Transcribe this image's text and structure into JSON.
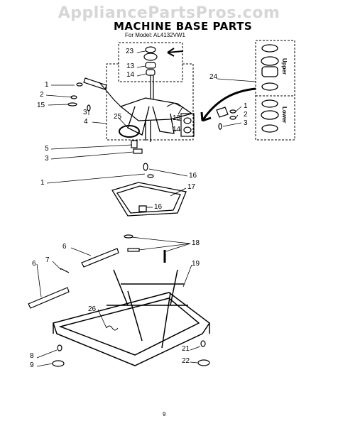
{
  "watermark": "AppliancePartsPros.com",
  "header": {
    "title": "MACHINE BASE PARTS",
    "subtitle": "For Model: AL4132VW1"
  },
  "footer": {
    "page_number": "9"
  },
  "inset": {
    "upper_label": "Upper",
    "lower_label": "Lower"
  },
  "callouts": [
    "23",
    "13",
    "14",
    "24",
    "1",
    "2",
    "15",
    "3",
    "25",
    "4",
    "13",
    "14",
    "1",
    "2",
    "3",
    "5",
    "3",
    "16",
    "1",
    "17",
    "16",
    "18",
    "6",
    "7",
    "19",
    "6",
    "26",
    "8",
    "9",
    "21",
    "22"
  ]
}
